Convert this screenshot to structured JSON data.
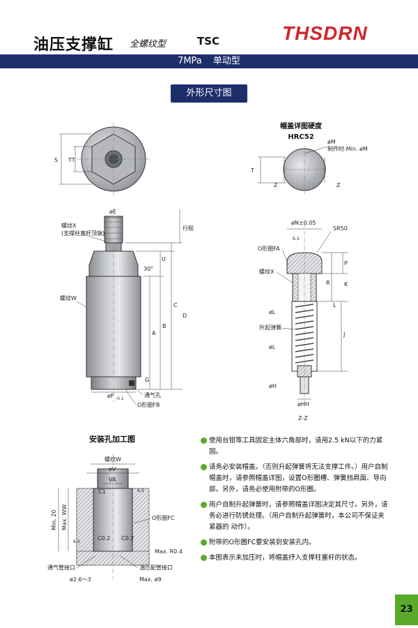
{
  "header": {
    "title": "油压支撑缸",
    "subtitle": "全螺纹型",
    "model": "TSC",
    "brand": "THSDRN"
  },
  "bar": {
    "pressure": "7MPa",
    "action": "单动型"
  },
  "section_button": "外形尺寸图",
  "cap_detail": {
    "title": "帽盖详图硬度HRC52",
    "m_label": "øM",
    "m_note": "制作时:Min. øM",
    "t": "T",
    "z": "Z"
  },
  "top_view": {
    "s": "S",
    "tt": "TT"
  },
  "main_view": {
    "e": "øE",
    "stroke": "行程",
    "thread_x": "螺纹X",
    "thread_x_note": "(支撑柱塞杆顶端)",
    "u": "U",
    "deg": "30°",
    "thread_w": "螺纹W",
    "a": "A",
    "b": "B",
    "c": "C",
    "d": "D",
    "g": "G",
    "vent": "通气孔",
    "f": "øF",
    "f_tol": "-0.1",
    "oring_fb": "O形圈FB"
  },
  "section_view": {
    "n": "øN±0.05",
    "sr": "SR50",
    "oring_fa": "O形圈FA",
    "roughness": "6.3",
    "thread_x": "螺纹X",
    "p": "P",
    "r": "R",
    "k": "K",
    "l": "L",
    "j": "J",
    "phi_l": "øL",
    "spring": "升起弹簧",
    "h": "øH",
    "hh": "øHH",
    "zz": "Z-Z"
  },
  "install": {
    "title": "安装孔加工图",
    "thread_w": "螺纹W",
    "v": "øV",
    "va": "VA",
    "c1": "C1",
    "rough1": "6.3",
    "oring_fc": "O形圈FC",
    "min20": "Min. 20",
    "maxww": "Max. WW",
    "rough2": "6.3",
    "c02a": "C0.2",
    "c02b": "C0.2",
    "r04": "Max. R0.4",
    "vent_port": "通气管接口",
    "oil_port": "油压配管接口",
    "d26": "ø2.6～3",
    "max9": "Max. ø9"
  },
  "notes": [
    "使用台钳等工具固定主体六角部时，请用2.5 kN以下的力紧固。",
    "请务必安装帽盖。（否则升起弹簧将无法支撑工件。）用户自制帽盖时，请参照帽盖详图，设置O形圈槽、弹簧挡肩面、导向部。另外，请务必使用附带的O形圈。",
    "用户自制升起弹簧时，请参照帽盖详图决定其尺寸。另外，请务必进行防锈处理。（用户自制升起弹簧时，本公司不保证夹紧器的 动作）。",
    "附带的O形圈FC要安装到安装孔内。",
    "本图表示未加压时，将帽盖抒入支撑柱塞杆的状态。"
  ],
  "page_number": "23",
  "colors": {
    "navy": "#1d2f6a",
    "brand_red": "#d0262a",
    "green": "#5aaa2a"
  }
}
